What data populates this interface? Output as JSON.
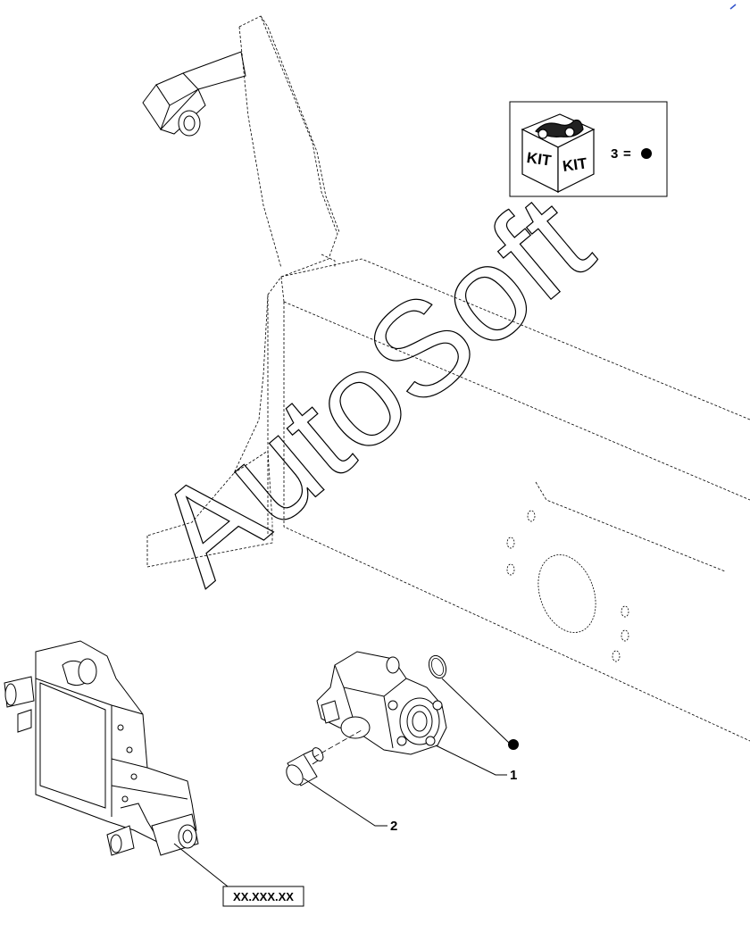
{
  "kit_legend": {
    "icon_labels": [
      "KIT",
      "KIT"
    ],
    "item_number": "3",
    "equals": "=",
    "marker": "filled-dot"
  },
  "callouts": [
    {
      "id": "pump",
      "number": "1"
    },
    {
      "id": "fitting",
      "number": "2"
    }
  ],
  "reference_box": {
    "text": "XX.XXX.XX"
  },
  "watermark": {
    "text": "AutoSoft"
  },
  "colors": {
    "line": "#000000",
    "hidden_line": "#555555",
    "accent_mark": "#3355cc"
  }
}
